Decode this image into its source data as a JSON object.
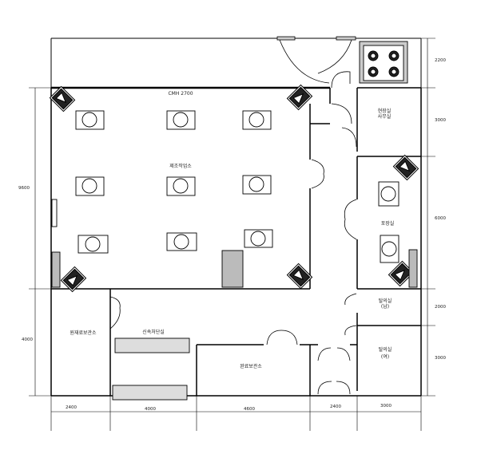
{
  "rooms": {
    "crane_label": "CMH 2700",
    "manufacturing": "제조작업소",
    "office_line1": "현장실",
    "office_line2": "사무실",
    "packaging": "포장실",
    "changing_m_line1": "탈의실",
    "changing_m_line2": "(남)",
    "changing_f_line1": "탈의실",
    "changing_f_line2": "(여)",
    "raw_storage": "원재료보관소",
    "product_storage": "완료보관소",
    "plasma_room": "신속처단실"
  },
  "dimensions": {
    "left_upper": "9600",
    "left_lower": "4000",
    "right": [
      "2200",
      "3000",
      "6000",
      "2000",
      "3000"
    ],
    "bottom": [
      "2400",
      "4000",
      "4600",
      "2400",
      "3000"
    ]
  },
  "icons": [
    "corner-ventilator-icon",
    "workbench-circle-icon",
    "cooktop-icon",
    "swing-door-icon"
  ]
}
